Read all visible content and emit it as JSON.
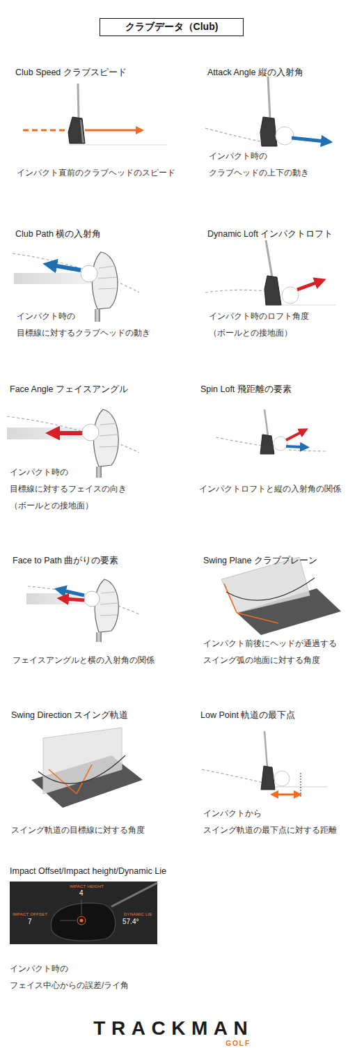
{
  "diagram": {
    "title": "クラブデータ（Club)",
    "labels": [
      "Club Speed クラブスピード",
      "インパクト直前のクラブヘッドのスピード",
      "Attack Angle 縦の入射角",
      "インパクト時の クラブヘッドの上下の動き",
      "Club Path 横の入射角",
      "インパクト時の 目標線に対するクラブヘッドの動き",
      "Dynamic Loft インパクトロフト",
      "インパクト時のロフト角度 （ボールとの接地面）",
      "Face Angle フェイスアングル",
      "インパクト時の 目標線に対するフェイスの向き （ボールとの接地面）",
      "Spin Loft 飛距離の要素",
      "インパクトロフトと縦の入射角の関係",
      "Face to Path 曲がりの要素",
      "Swing Plane クラブプレーン",
      "インパクト前後にヘッドが通過する スイング弧の地面に対する角度",
      "フェイスアングルと横の入射角の関係",
      "Swing Direction スイング軌道",
      "Low Point 軌道の最下点",
      "スイング軌道の目標線に対する角度",
      "インパクトから スイング軌道の最下点に対する距離",
      "Impact Offset/Impact height/Dynamic Lie",
      "IMPACT HEIGHT",
      "4",
      "IMPACT OFFSET",
      "7",
      "DYNAMIC LIE",
      "57.4°",
      "インパクト時の フェイス中心からの誤差/ライ角",
      "TRACKMAN",
      "GOLF"
    ]
  }
}
